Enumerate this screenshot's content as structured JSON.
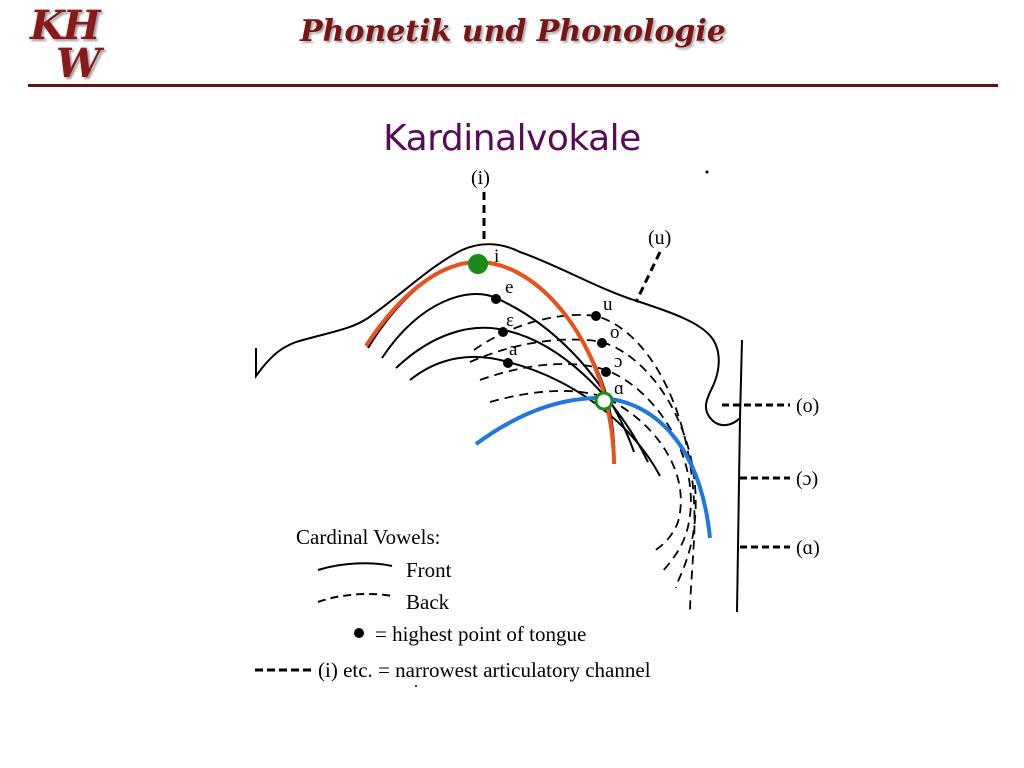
{
  "header": {
    "logo_line1": "KH",
    "logo_line2": "W",
    "title": "Phonetik und Phonologie"
  },
  "slide": {
    "title": "Kardinalvokale"
  },
  "diagram": {
    "vowels": {
      "i": "i",
      "e": "e",
      "epsilon": "ε",
      "a": "a",
      "u": "u",
      "o": "o",
      "open_o": "ɔ",
      "alpha": "ɑ"
    },
    "channels": {
      "i": "(i)",
      "u": "(u)",
      "o": "(o)",
      "open_o": "(ɔ)",
      "alpha": "(ɑ)"
    },
    "legend": {
      "heading": "Cardinal Vowels:",
      "front": "Front",
      "back": "Back",
      "dot_text": "= highest point of tongue",
      "channel_text": "(i) etc. = narrowest articulatory channel"
    },
    "colors": {
      "highlight_front": "#e8521a",
      "highlight_back": "#1e78e0",
      "marker_green": "#1a8a1a"
    }
  }
}
